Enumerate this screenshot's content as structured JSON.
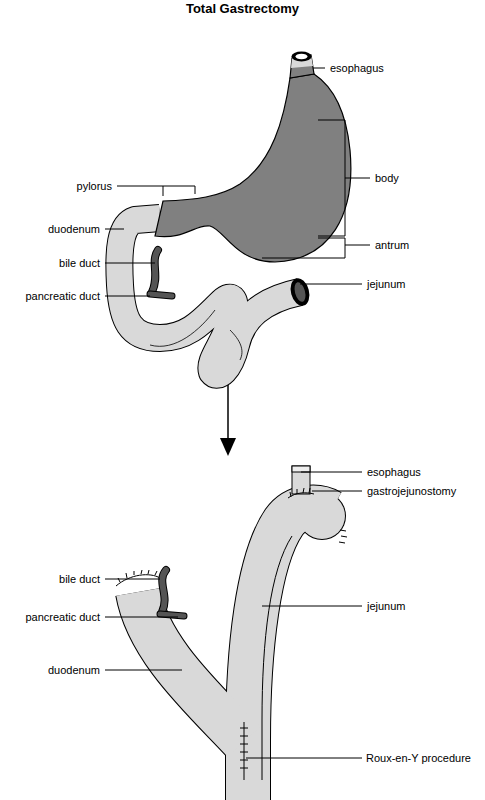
{
  "diagram": {
    "title": "Total Gastrectomy",
    "labels": [
      "esophagus",
      "body",
      "pylorus",
      "duodenum",
      "antrum",
      "bile duct",
      "jejunum",
      "pancreatic duct",
      "esophagus",
      "gastrojejunostomy",
      "bile duct",
      "jejunum",
      "pancreatic duct",
      "duodenum",
      "Roux-en-Y procedure"
    ]
  }
}
